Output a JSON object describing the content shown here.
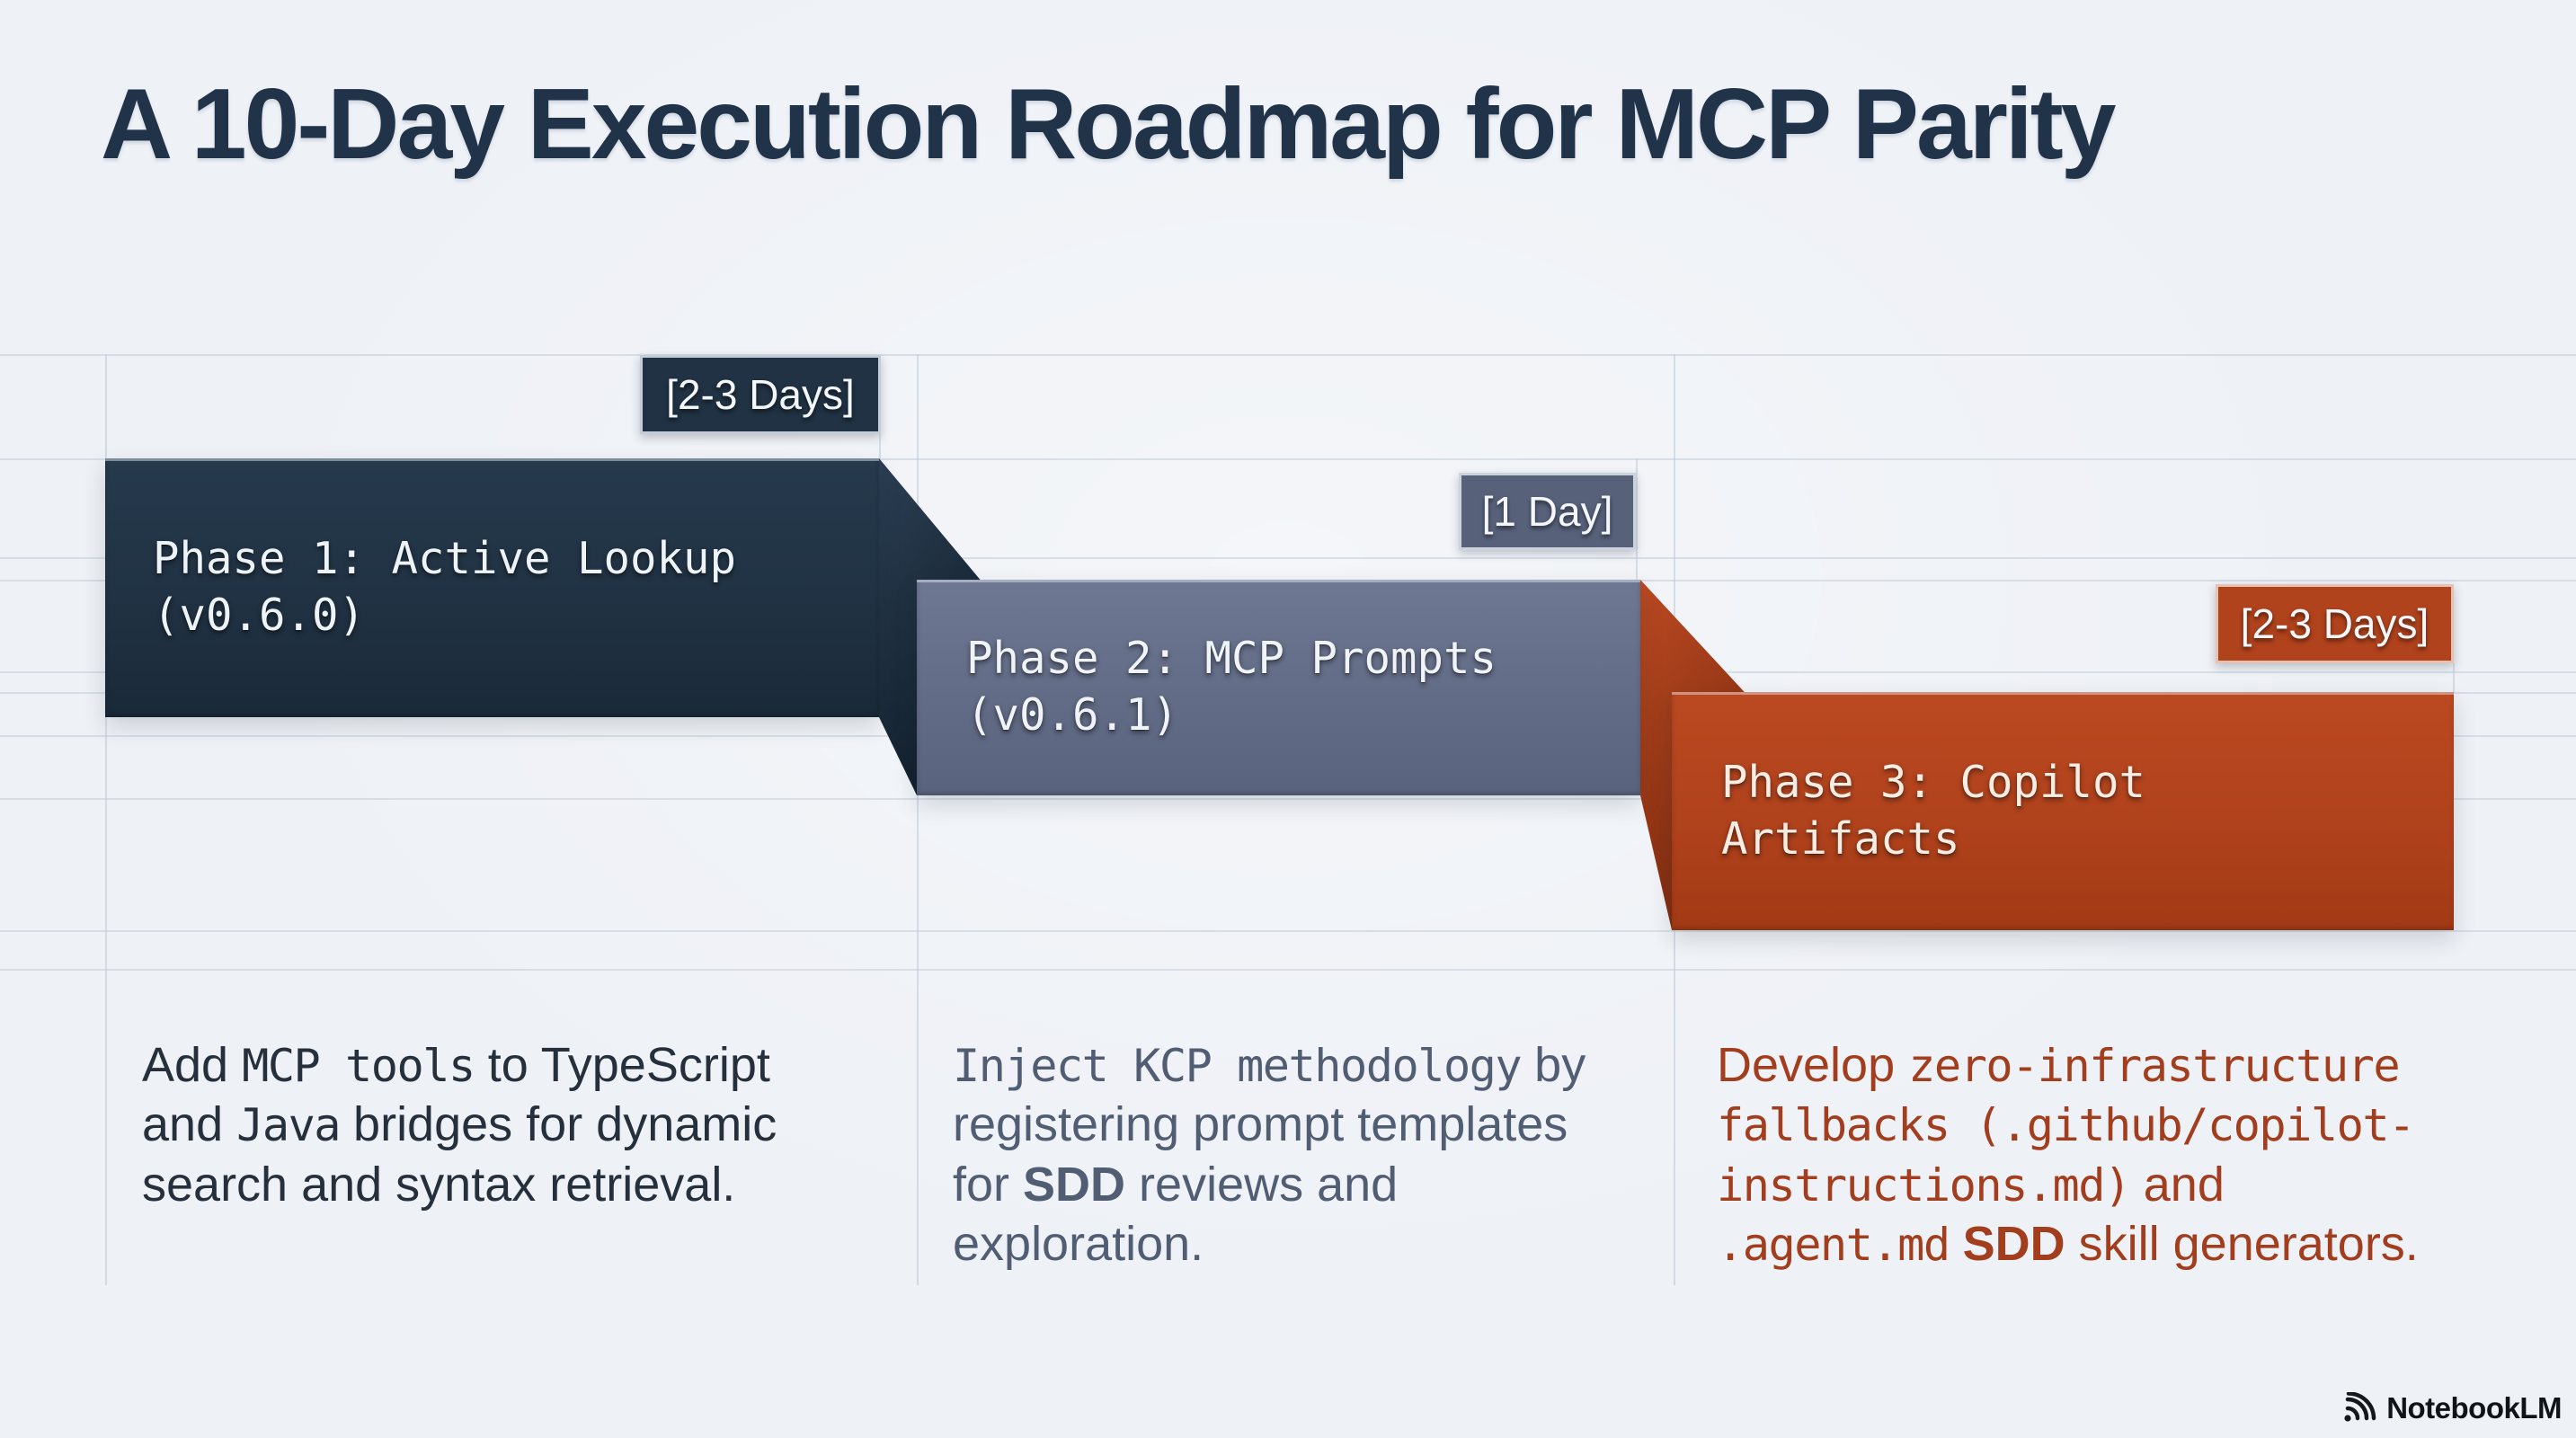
{
  "title": "A 10-Day Execution Roadmap for MCP Parity",
  "colors": {
    "background": "#eef1f6",
    "phase1": "#203243",
    "phase2": "#626c86",
    "phase3": "#b0421c",
    "grid": "#c2ccd8",
    "title-text": "#213349",
    "desc1-text": "#26303c",
    "desc2-text": "#515d73",
    "desc3-text": "#a23d1d"
  },
  "phases": [
    {
      "name": "Phase 1",
      "duration": "[2-3 Days]",
      "label_lines": [
        "Phase 1: Active Lookup",
        "(v0.6.0)"
      ],
      "description_lines": [
        [
          {
            "text": "Add ",
            "style": "sans"
          },
          {
            "text": "MCP tools",
            "style": "mono"
          },
          {
            "text": " to TypeScript",
            "style": "sans"
          }
        ],
        [
          {
            "text": "and ",
            "style": "sans"
          },
          {
            "text": "Java",
            "style": "mono"
          },
          {
            "text": " bridges for dynamic",
            "style": "sans"
          }
        ],
        [
          {
            "text": "search and syntax retrieval.",
            "style": "sans"
          }
        ]
      ]
    },
    {
      "name": "Phase 2",
      "duration": "[1 Day]",
      "label_lines": [
        "Phase 2: MCP Prompts",
        "(v0.6.1)"
      ],
      "description_lines": [
        [
          {
            "text": "Inject KCP methodology",
            "style": "mono"
          },
          {
            "text": " by",
            "style": "sans"
          }
        ],
        [
          {
            "text": "registering prompt templates",
            "style": "sans"
          }
        ],
        [
          {
            "text": "for ",
            "style": "sans"
          },
          {
            "text": "SDD",
            "style": "bold"
          },
          {
            "text": " reviews and",
            "style": "sans"
          }
        ],
        [
          {
            "text": "exploration.",
            "style": "sans"
          }
        ]
      ]
    },
    {
      "name": "Phase 3",
      "duration": "[2-3 Days]",
      "label_lines": [
        "Phase 3: Copilot",
        "Artifacts"
      ],
      "description_lines": [
        [
          {
            "text": "Develop ",
            "style": "sans"
          },
          {
            "text": "zero-infrastructure",
            "style": "mono"
          }
        ],
        [
          {
            "text": "fallbacks (.github/copilot-",
            "style": "mono"
          }
        ],
        [
          {
            "text": "instructions.md)",
            "style": "mono"
          },
          {
            "text": " and",
            "style": "sans"
          }
        ],
        [
          {
            "text": ".agent.md",
            "style": "mono"
          },
          {
            "text": " ",
            "style": "sans"
          },
          {
            "text": "SDD",
            "style": "bold"
          },
          {
            "text": " skill generators.",
            "style": "sans"
          }
        ]
      ]
    }
  ],
  "footer": {
    "brand": "NotebookLM"
  }
}
